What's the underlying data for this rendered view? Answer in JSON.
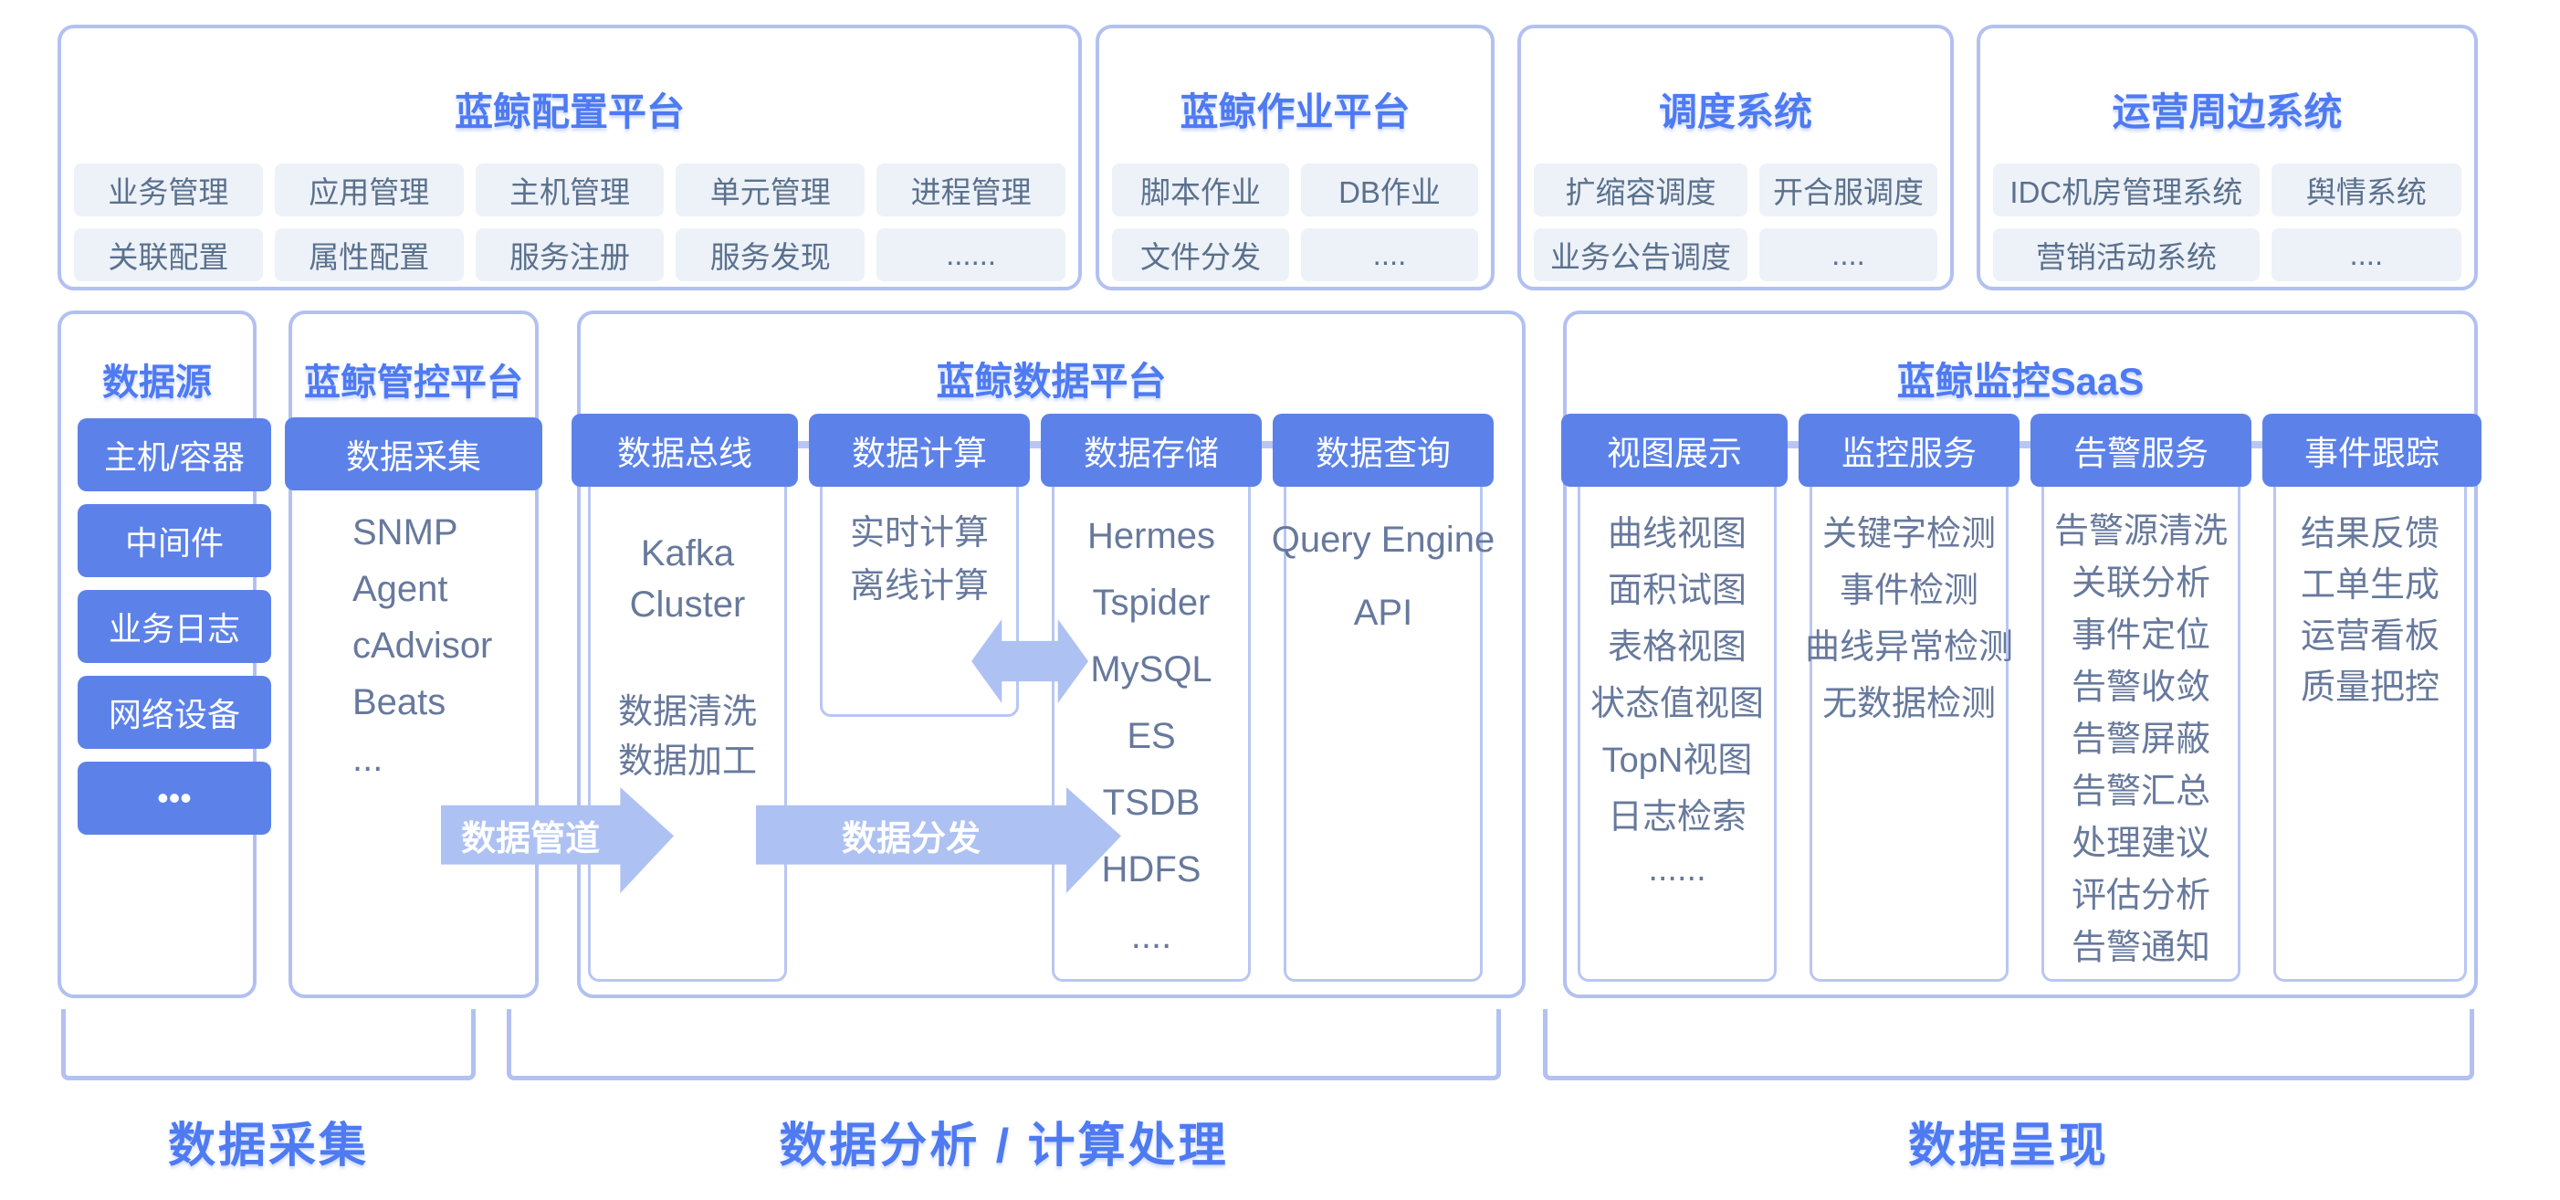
{
  "colors": {
    "accent_blue": "#4e7af2",
    "solid_blue": "#5c82e9",
    "border_lavender": "#b2c1f1",
    "chip_bg": "#edf1f8",
    "chip_text": "#5a718d",
    "list_text": "#67799c",
    "arrow_fill": "#aec1f3"
  },
  "top_row": [
    {
      "title": "蓝鲸配置平台",
      "chips": [
        "业务管理",
        "应用管理",
        "主机管理",
        "单元管理",
        "进程管理",
        "关联配置",
        "属性配置",
        "服务注册",
        "服务发现",
        "......"
      ]
    },
    {
      "title": "蓝鲸作业平台",
      "chips": [
        "脚本作业",
        "DB作业",
        "文件分发",
        "...."
      ]
    },
    {
      "title": "调度系统",
      "chips": [
        "扩缩容调度",
        "开合服调度",
        "业务公告调度",
        "...."
      ]
    },
    {
      "title": "运营周边系统",
      "chips": [
        "IDC机房管理系统",
        "舆情系统",
        "营销活动系统",
        "...."
      ]
    }
  ],
  "data_source": {
    "title": "数据源",
    "nodes": [
      "主机/容器",
      "中间件",
      "业务日志",
      "网络设备",
      "•••"
    ]
  },
  "control_platform": {
    "title": "蓝鲸管控平台",
    "header": "数据采集",
    "items": [
      "SNMP",
      "Agent",
      "cAdvisor",
      "Beats",
      "..."
    ]
  },
  "data_platform": {
    "title": "蓝鲸数据平台",
    "bus": {
      "header": "数据总线",
      "group1": [
        "Kafka",
        "Cluster"
      ],
      "group2": [
        "数据清洗",
        "数据加工"
      ]
    },
    "compute": {
      "header": "数据计算",
      "items": [
        "实时计算",
        "离线计算"
      ]
    },
    "storage": {
      "header": "数据存储",
      "items": [
        "Hermes",
        "Tspider",
        "MySQL",
        "ES",
        "TSDB",
        "HDFS",
        "...."
      ]
    },
    "query": {
      "header": "数据查询",
      "items": [
        "Query Engine",
        "API"
      ]
    }
  },
  "monitor_saas": {
    "title": "蓝鲸监控SaaS",
    "columns": [
      {
        "header": "视图展示",
        "items": [
          "曲线视图",
          "面积试图",
          "表格视图",
          "状态值视图",
          "TopN视图",
          "日志检索",
          "......"
        ]
      },
      {
        "header": "监控服务",
        "items": [
          "关键字检测",
          "事件检测",
          "曲线异常检测",
          "无数据检测"
        ]
      },
      {
        "header": "告警服务",
        "items": [
          "告警源清洗",
          "关联分析",
          "事件定位",
          "告警收敛",
          "告警屏蔽",
          "告警汇总",
          "处理建议",
          "评估分析",
          "告警通知"
        ]
      },
      {
        "header": "事件跟踪",
        "items": [
          "结果反馈",
          "工单生成",
          "运营看板",
          "质量把控"
        ]
      }
    ]
  },
  "arrows": {
    "pipeline": "数据管道",
    "distribution": "数据分发"
  },
  "stage_labels": [
    "数据采集",
    "数据分析 / 计算处理",
    "数据呈现"
  ]
}
